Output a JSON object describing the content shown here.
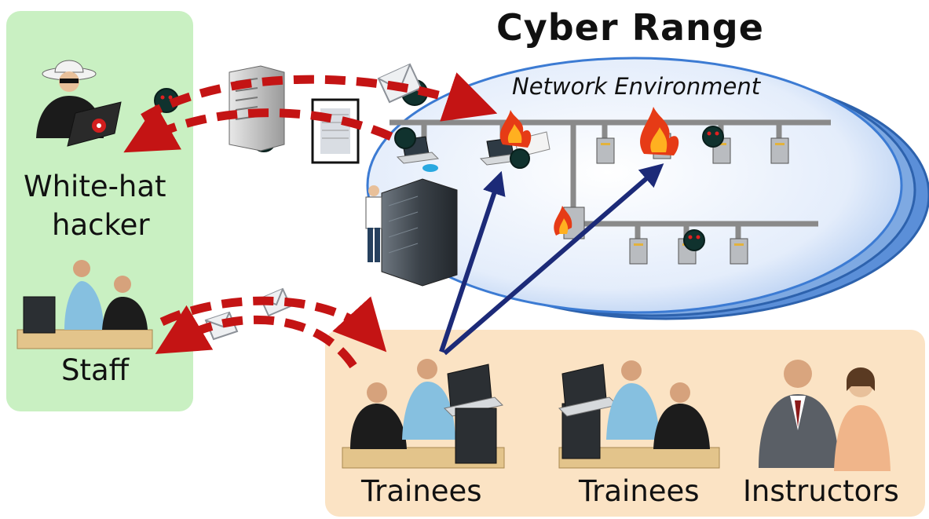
{
  "title": "Cyber Range",
  "network_label": "Network Environment",
  "labels": {
    "whitehat_line1": "White-hat",
    "whitehat_line2": "hacker",
    "staff": "Staff",
    "trainees_1": "Trainees",
    "trainees_2": "Trainees",
    "instructors": "Instructors"
  },
  "colors": {
    "green_panel": "#c9f0c2",
    "tan_panel": "#fbe3c4",
    "ellipse_fill": "#dfeafb",
    "ellipse_edge": "#3c7bd3",
    "attack_arrow": "#c41414",
    "training_arrow": "#1c2a78",
    "network_line": "#8a8a8a"
  },
  "icons": [
    "hat-hacker-icon",
    "malware-icon",
    "server-icon",
    "document-icon",
    "mail-icon",
    "laptop-icon",
    "fire-icon",
    "workstation-icon",
    "server-rack-icon",
    "engineer-icon",
    "staff-icon",
    "trainee-icon",
    "instructor-icon"
  ]
}
